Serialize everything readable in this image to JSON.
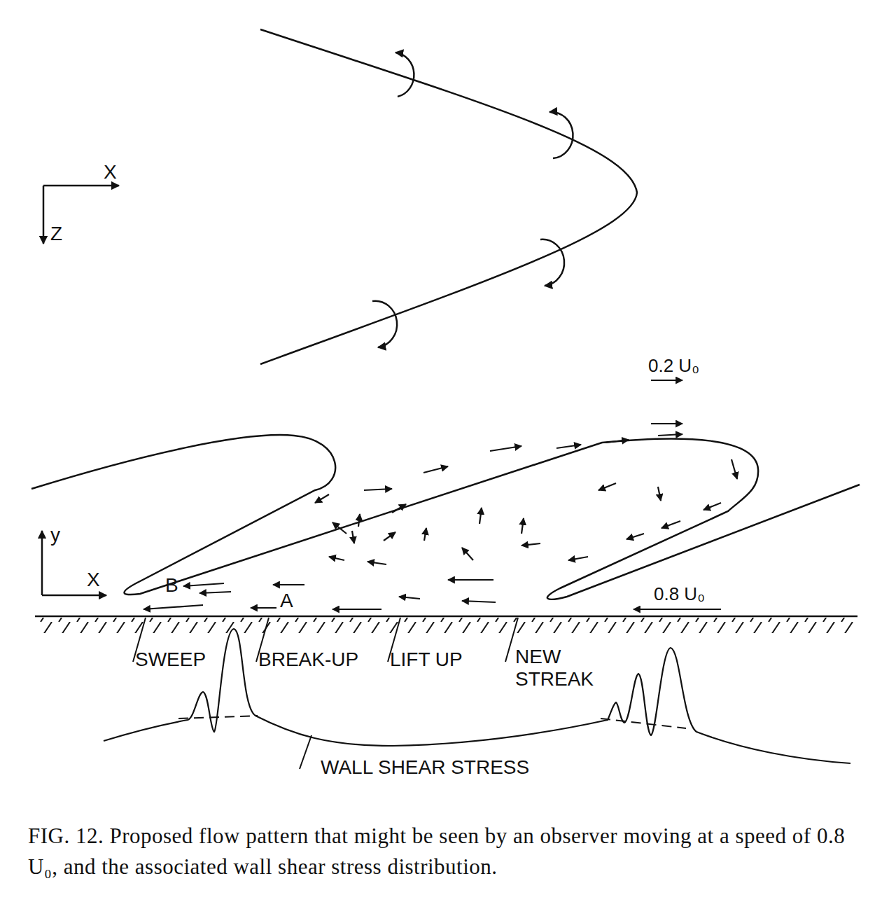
{
  "diagram": {
    "caption": "FIG. 12. Proposed flow pattern that might be seen by an observer moving at a speed of 0.8 U₀, and the associated wall shear stress distribution.",
    "labels": [
      "X",
      "Z",
      "0.2 U₀",
      "y",
      "X",
      "B",
      "A",
      "0.8 U₀",
      "SWEEP",
      "BREAK-UP",
      "LIFT UP",
      "NEW STREAK",
      "WALL SHEAR STRESS"
    ]
  }
}
